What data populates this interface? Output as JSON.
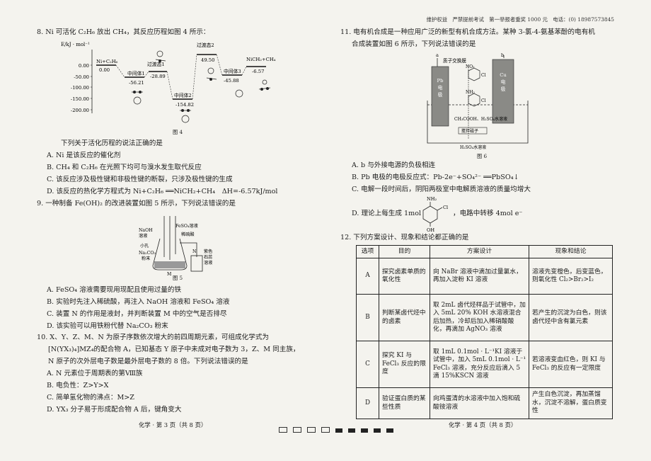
{
  "header": {
    "text": "维护权益　严禁提前考试　第一举报者重奖 1000 元　电话：(0) 18987573845"
  },
  "q8": {
    "stem": "8. Ni 可活化 C₂H₆ 放出 CH₄，其反应历程如图 4 所示：",
    "ylabel": "E/kJ · mol⁻¹",
    "ticks": [
      "0.00",
      "-50.00",
      "-100.00",
      "-150.00",
      "-200.00"
    ],
    "labels": {
      "start": "Ni+C₂H₆",
      "start_val": "0.00",
      "i1": "中间体1",
      "i1_val": "-56.21",
      "ts1": "过渡态1",
      "ts1_val": "-28.89",
      "i2": "中间体2",
      "i2_val": "-154.82",
      "ts2": "过渡态2",
      "ts2_val": "49.50",
      "i3": "中间体3",
      "i3_val": "-45.88",
      "end": "NiCH₂+CH₄",
      "end_val": "-6.57"
    },
    "fig": "图 4",
    "question": "下列关于活化历程的说法正确的是",
    "options": [
      "A. Ni 是该反应的催化剂",
      "B. CH₄ 和 C₂H₆ 在光照下均可与溴水发生取代反应",
      "C. 该反应涉及极性键和非极性键的断裂，只涉及极性键的生成",
      "D. 该反应的热化学方程式为 Ni+C₂H₆ ══NiCH₂+CH₄　ΔH=-6.57kJ/mol"
    ]
  },
  "q9": {
    "stem": "9. 一种制备 Fe(OH)₂ 的改进装置如图 5 所示，下列说法错误的是",
    "labels": {
      "naoh": "NaOH",
      "naoh2": "溶液",
      "feso4": "FeSO₄溶液",
      "h2so4": "稀硫酸",
      "tube": "小孔",
      "na2co3": "Na₂CO₃",
      "powder": "粉末",
      "m": "M",
      "n": "N",
      "litmus": "紫色",
      "litmus2": "石蕊",
      "litmus3": "溶液"
    },
    "fig": "图 5",
    "options": [
      "A. FeSO₄ 溶液需要现用现配且使用过量的铁",
      "B. 实验时先注入稀硫酸，再注入 NaOH 溶液和 FeSO₄ 溶液",
      "C. 装置 N 的作用是液封，并判断装置 M 中的空气是否排尽",
      "D. 该实验可以用铁粉代替 Na₂CO₃ 粉末"
    ]
  },
  "q10": {
    "lines": [
      "10. X、Y、Z、M、N 为原子序数依次增大的前四周期元素，可组成化学式为",
      "[N(YX₃)₄]MZ₄的配合物 A，已知基态 Y 原子中未成对电子数为 3，Z、M 同主族，",
      "N 原子的次外层电子数是最外层电子数的 8 倍。下列说法错误的是"
    ],
    "options": [
      "A. N 元素位于周期表的第Ⅷ族",
      "B. 电负性：Z>Y>X",
      "C. 简单氢化物的沸点：M>Z",
      "D. YX₃ 分子易于形成配合物 A 后，键角变大"
    ]
  },
  "q11": {
    "lines": [
      "11. 电有机合成是一种应用广泛的新型有机合成方法。某种 3-氯-4-氨基苯酚的电有机",
      "合成装置如图 6 所示，下列说法错误的是"
    ],
    "labels": {
      "a": "a",
      "b": "b",
      "membrane": "质子交换膜",
      "pb": "Pb",
      "pb2": "电",
      "pb3": "极",
      "cu": "Cu",
      "cu2": "电",
      "cu3": "极",
      "solution": "CH₃COOH、H₂SO₄水溶液",
      "stirrer": "搅拌磁子",
      "bottom": "H₂SO₄水溶液",
      "no2": "NO₂",
      "cl": "Cl",
      "nh2": "NH₂",
      "cl2": "Cl"
    },
    "fig": "图 6",
    "options": [
      "A. b 与外接电源的负极相连",
      "B. Pb 电极的电极反应式：Pb-2e⁻+SO₄²⁻ ══PbSO₄↓",
      "C. 电解一段时间后，阴阳两极室中电解质溶液的质量均增大",
      "D. 理论上每生成 1mol",
      "，电路中转移 4mol e⁻"
    ],
    "mol_nh2": "NH₂",
    "mol_cl": "Cl",
    "mol_oh": "OH"
  },
  "q12": {
    "stem": "12. 下列方案设计、现象和结论都正确的是",
    "headers": [
      "选项",
      "目的",
      "方案设计",
      "现象和结论"
    ],
    "rows": [
      {
        "opt": "A",
        "goal": "探究卤素单质的氧化性",
        "plan": "向 NaBr 溶液中滴加过量氯水，再加入淀粉 KI 溶液",
        "result": "溶液先变橙色，后变蓝色，则氧化性 Cl₂>Br₂>I₂"
      },
      {
        "opt": "B",
        "goal": "判断某卤代烃中的卤素",
        "plan": "取 2mL 卤代烃样品于试管中，加入 5mL 20% KOH 水溶液混合后加热，冷却后加入稀硝酸酸化，再滴加 AgNO₃ 溶液",
        "result": "若产生的沉淀为白色，则该卤代烃中含有氯元素"
      },
      {
        "opt": "C",
        "goal": "探究 KI 与 FeCl₃ 反应的限度",
        "plan": "取 1mL 0.1mol · L⁻¹KI 溶液于试管中，加入 5mL 0.1mol · L⁻¹ FeCl₃ 溶液，充分反应后滴入 5 滴 15%KSCN 溶液",
        "result": "若溶液变血红色，则 KI 与 FeCl₃ 的反应有一定限度"
      },
      {
        "opt": "D",
        "goal": "验证蛋白质的某些性质",
        "plan": "向鸡蛋清的水溶液中加入饱和硫酸铵溶液",
        "result": "产生白色沉淀，再加蒸馏水，沉淀不溶解，蛋白质变性"
      }
    ]
  },
  "footer": {
    "left": "化学 · 第 3 页（共 8 页）",
    "right": "化学 · 第 4 页（共 8 页）"
  }
}
